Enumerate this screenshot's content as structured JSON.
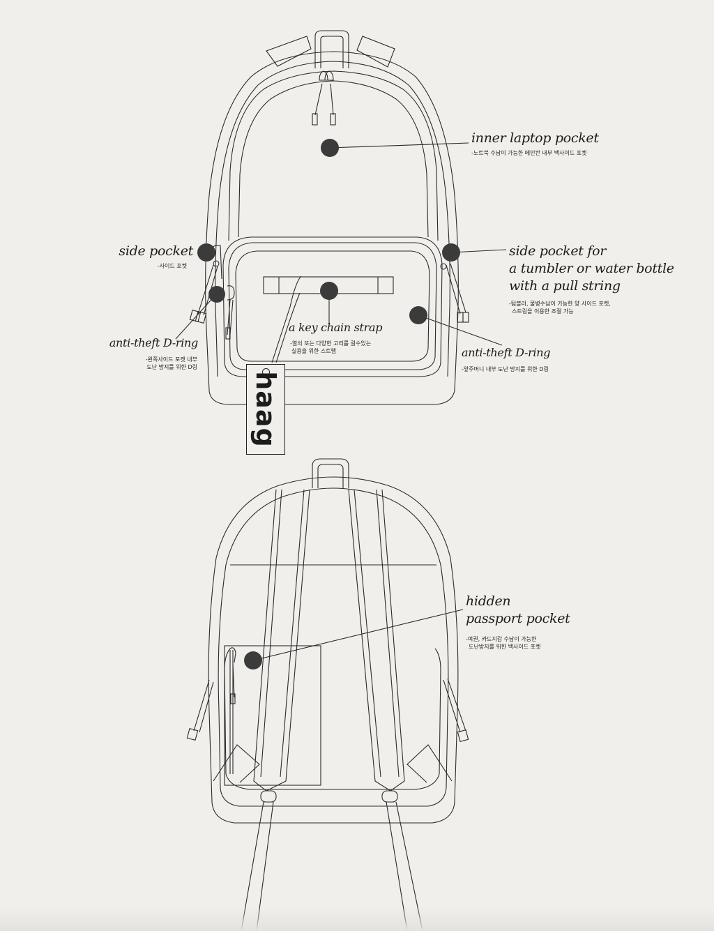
{
  "brand": "haag",
  "front_labels": {
    "inner_laptop_pocket": {
      "title": "inner laptop pocket",
      "desc": "-노트북 수납이 가능한 메인칸 내부 백사이드 포켓"
    },
    "side_pocket_left": {
      "title": "side pocket",
      "desc": "-사이드 포켓"
    },
    "side_pocket_right": {
      "title_1": "side pocket for",
      "title_2": "a tumbler or water bottle",
      "title_3": "with a pull string",
      "desc_1": "-텀블러, 물병수납이 가능한 양 사이드 포켓,",
      "desc_2": "스트링을 이용한 조절 가능"
    },
    "key_chain_strap": {
      "title": "a key chain strap",
      "desc_1": "-열쇠 또는 다양한 고리를 걸수있는",
      "desc_2": "실용을 위한 스트랩"
    },
    "anti_theft_left": {
      "title": "anti-theft D-ring",
      "desc_1": "-왼쪽사이드 포켓 내부",
      "desc_2": "도난 방지를 위한 D링"
    },
    "anti_theft_right": {
      "title": "anti-theft  D-ring",
      "desc": "-앞주머니 내부 도난 방지를 위한 D링"
    }
  },
  "back_labels": {
    "hidden_passport_pocket": {
      "title_1": "hidden",
      "title_2": "passport pocket",
      "desc_1": "-여권, 카드지갑 수납이 가능한",
      "desc_2": "도난방지를 위한 백사이드 포켓"
    }
  },
  "colors": {
    "background": "#f1efeb",
    "line": "#2a2a2a",
    "marker": "#3b3b3b"
  }
}
